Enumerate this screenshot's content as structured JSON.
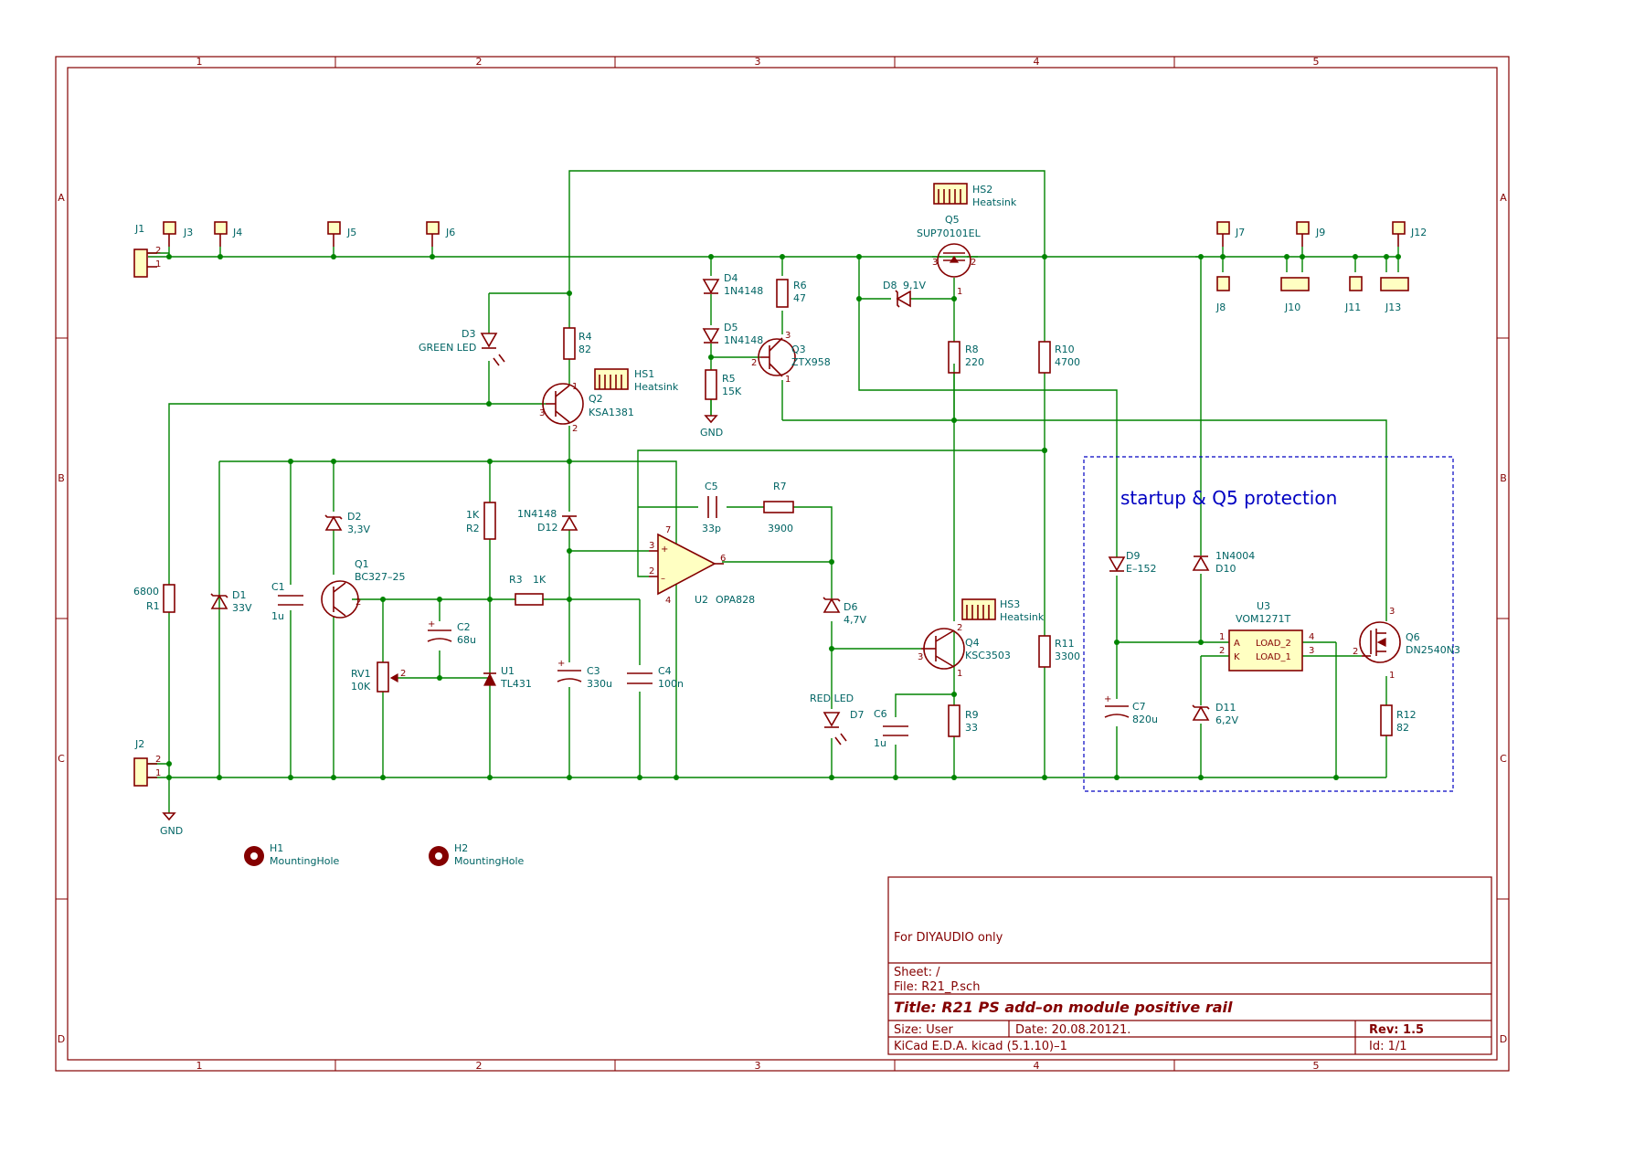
{
  "sheet": {
    "zone_columns": [
      "1",
      "2",
      "3",
      "4",
      "5"
    ],
    "zone_rows": [
      "A",
      "B",
      "C",
      "D"
    ]
  },
  "title_block": {
    "comment": "For DIYAUDIO only",
    "sheet": "Sheet: /",
    "file": "File: R21_P.sch",
    "title": "Title: R21 PS add–on module positive rail",
    "size": "Size: User",
    "date": "Date: 20.08.20121.",
    "rev": "Rev: 1.5",
    "tool": "KiCad E.D.A.  kicad (5.1.10)–1",
    "id": "Id: 1/1"
  },
  "annotation": {
    "protection_label": "startup & Q5 protection"
  },
  "components": {
    "J1": {
      "ref": "J1"
    },
    "J2": {
      "ref": "J2"
    },
    "J3": {
      "ref": "J3"
    },
    "J4": {
      "ref": "J4"
    },
    "J5": {
      "ref": "J5"
    },
    "J6": {
      "ref": "J6"
    },
    "J7": {
      "ref": "J7"
    },
    "J8": {
      "ref": "J8"
    },
    "J9": {
      "ref": "J9"
    },
    "J10": {
      "ref": "J10"
    },
    "J11": {
      "ref": "J11"
    },
    "J12": {
      "ref": "J12"
    },
    "J13": {
      "ref": "J13"
    },
    "R1": {
      "ref": "R1",
      "value": "6800"
    },
    "D1": {
      "ref": "D1",
      "value": "33V"
    },
    "C1": {
      "ref": "C1",
      "value": "1u"
    },
    "D2": {
      "ref": "D2",
      "value": "3,3V"
    },
    "Q1": {
      "ref": "Q1",
      "value": "BC327–25"
    },
    "RV1": {
      "ref": "RV1",
      "value": "10K"
    },
    "C2": {
      "ref": "C2",
      "value": "68u"
    },
    "U1": {
      "ref": "U1",
      "value": "TL431"
    },
    "D3": {
      "ref": "D3",
      "value": "GREEN LED"
    },
    "R2": {
      "ref": "R2",
      "value": "1K"
    },
    "R3": {
      "ref": "R3",
      "value": "1K"
    },
    "R4": {
      "ref": "R4",
      "value": "82"
    },
    "Q2": {
      "ref": "Q2",
      "value": "KSA1381"
    },
    "HS1": {
      "ref": "HS1",
      "value": "Heatsink"
    },
    "D12": {
      "ref": "D12",
      "value": "1N4148"
    },
    "C3": {
      "ref": "C3",
      "value": "330u"
    },
    "C4": {
      "ref": "C4",
      "value": "100n"
    },
    "U2": {
      "ref": "U2",
      "value": "OPA828"
    },
    "C5": {
      "ref": "C5",
      "value": "33p"
    },
    "R7": {
      "ref": "R7",
      "value": "3900"
    },
    "D4": {
      "ref": "D4",
      "value": "1N4148"
    },
    "D5": {
      "ref": "D5",
      "value": "1N4148"
    },
    "R5": {
      "ref": "R5",
      "value": "15K"
    },
    "R6": {
      "ref": "R6",
      "value": "47"
    },
    "Q3": {
      "ref": "Q3",
      "value": "ZTX958"
    },
    "D6": {
      "ref": "D6",
      "value": "4,7V"
    },
    "D7": {
      "ref": "D7",
      "value": "RED LED"
    },
    "C6": {
      "ref": "C6",
      "value": "1u"
    },
    "Q4": {
      "ref": "Q4",
      "value": "KSC3503"
    },
    "HS3": {
      "ref": "HS3",
      "value": "Heatsink"
    },
    "R9": {
      "ref": "R9",
      "value": "33"
    },
    "HS2": {
      "ref": "HS2",
      "value": "Heatsink"
    },
    "Q5": {
      "ref": "Q5",
      "value": "SUP70101EL"
    },
    "D8": {
      "ref": "D8",
      "value": "9,1V"
    },
    "R8": {
      "ref": "R8",
      "value": "220"
    },
    "R10": {
      "ref": "R10",
      "value": "4700"
    },
    "R11": {
      "ref": "R11",
      "value": "3300"
    },
    "D9": {
      "ref": "D9",
      "value": "E–152"
    },
    "C7": {
      "ref": "C7",
      "value": "820u"
    },
    "D10": {
      "ref": "D10",
      "value": "1N4004"
    },
    "D11": {
      "ref": "D11",
      "value": "6,2V"
    },
    "U3": {
      "ref": "U3",
      "value": "VOM1271T",
      "pinA": "A",
      "pinK": "K",
      "pinL2": "LOAD_2",
      "pinL1": "LOAD_1"
    },
    "Q6": {
      "ref": "Q6",
      "value": "DN2540N3"
    },
    "R12": {
      "ref": "R12",
      "value": "82"
    },
    "H1": {
      "ref": "H1",
      "value": "MountingHole"
    },
    "H2": {
      "ref": "H2",
      "value": "MountingHole"
    }
  },
  "power": {
    "gnd": "GND"
  },
  "pins": {
    "p1": "1",
    "p2": "2",
    "p3": "3",
    "p4": "4",
    "p6": "6",
    "p7": "7"
  },
  "colors": {
    "border": "#840000",
    "wire": "#008400",
    "label": "#006464",
    "fill": "#ffffc2",
    "note": "#0000c2"
  }
}
